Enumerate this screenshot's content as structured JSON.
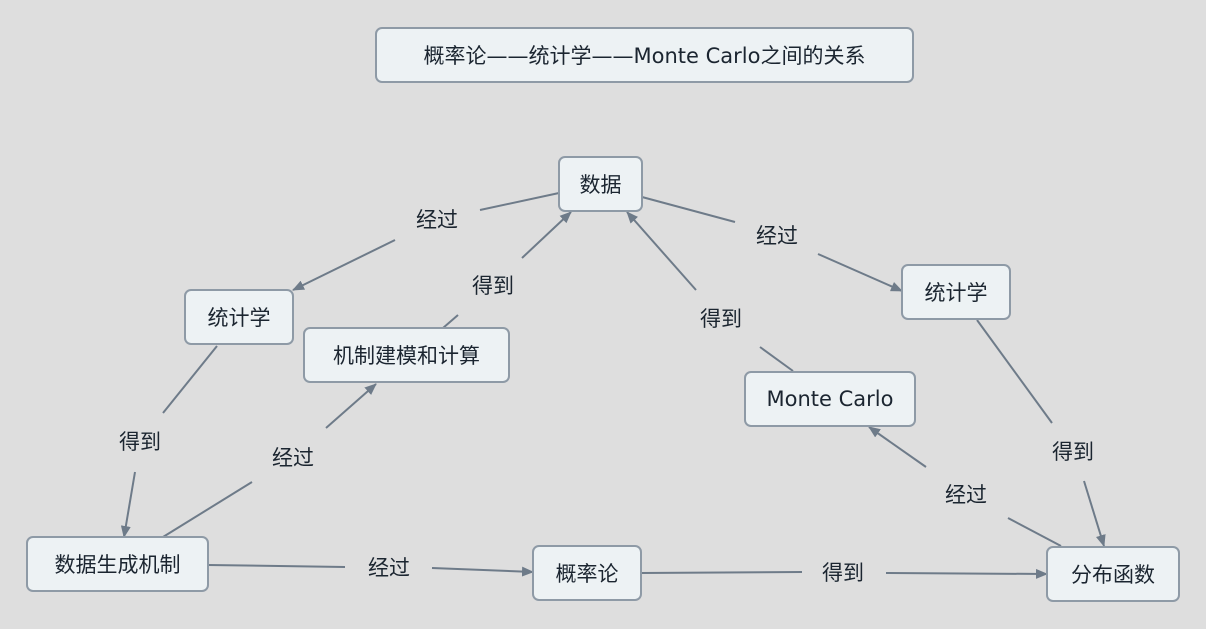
{
  "title": "概率论——统计学——Monte Carlo之间的关系",
  "nodes": {
    "data": "数据",
    "stats_left": "统计学",
    "mechanism_modeling": "机制建模和计算",
    "stats_right": "统计学",
    "monte_carlo": "Monte Carlo",
    "data_generation": "数据生成机制",
    "probability": "概率论",
    "distribution": "分布函数"
  },
  "edges": {
    "data_to_stats_left": "经过",
    "modeling_to_data": "得到",
    "data_to_stats_right": "经过",
    "mc_to_data": "得到",
    "stats_left_to_gen": "得到",
    "gen_to_modeling": "经过",
    "stats_right_to_dist": "得到",
    "dist_to_mc": "经过",
    "gen_to_prob": "经过",
    "prob_to_dist": "得到"
  },
  "colors": {
    "background": "#dedede",
    "node_fill": "#edf2f4",
    "node_border": "#8e9aa6",
    "edge": "#6e7b89",
    "text": "#1b2530"
  }
}
